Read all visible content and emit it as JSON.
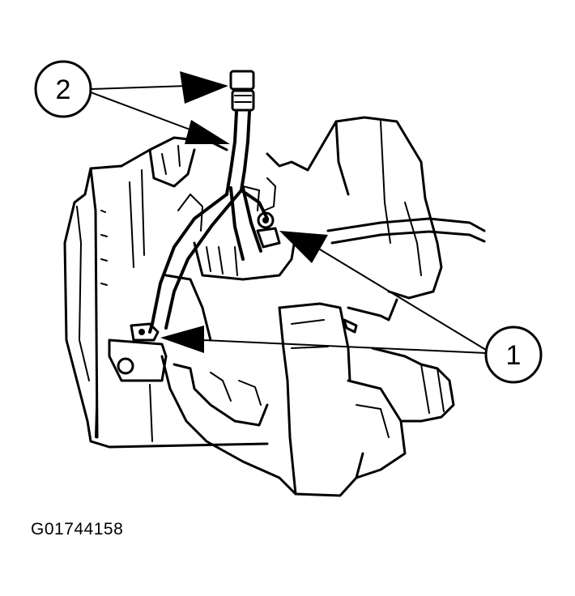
{
  "callouts": {
    "one": "1",
    "two": "2"
  },
  "figure_id": "G01744158",
  "colors": {
    "ink": "#000000",
    "paper": "#ffffff"
  }
}
